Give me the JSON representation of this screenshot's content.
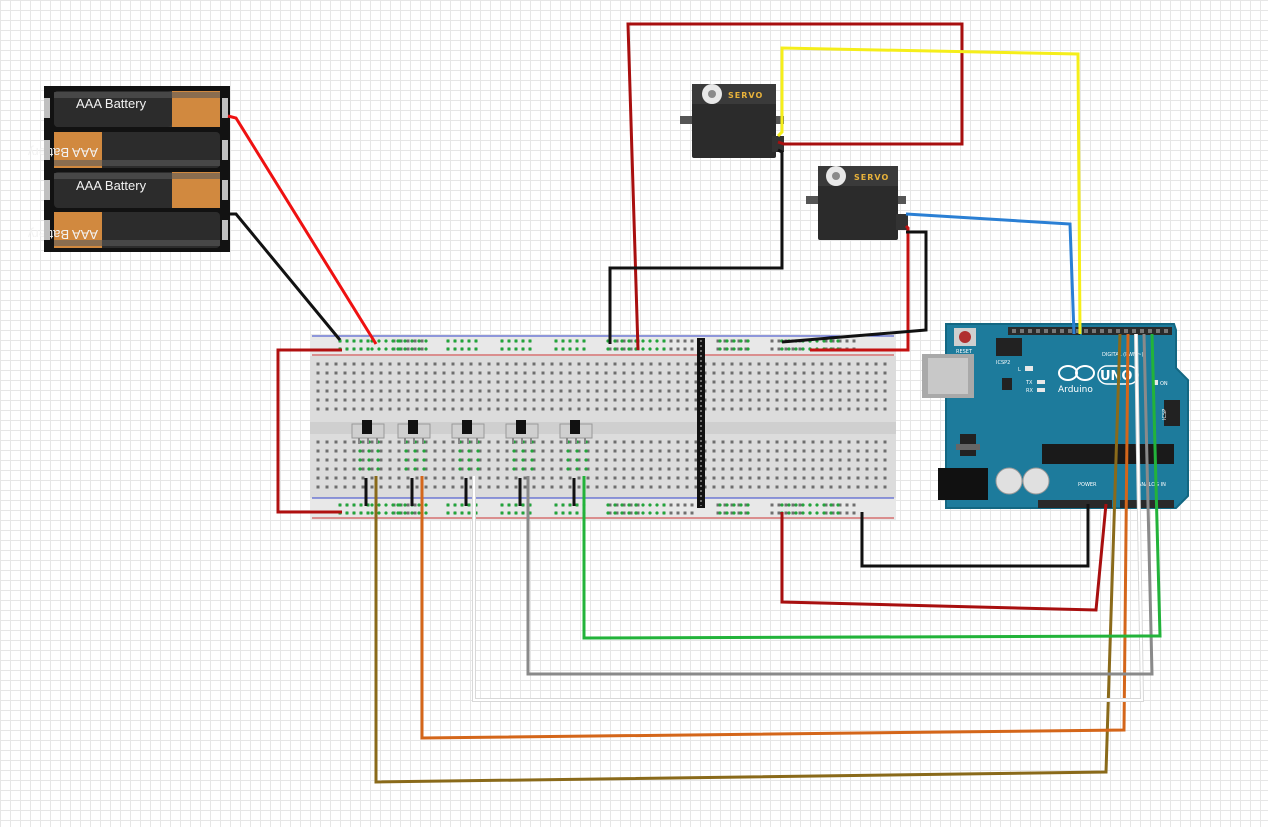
{
  "battery_pack": {
    "cell_labels": [
      "AAA Battery",
      "AAA Battery",
      "AAA Battery",
      "AAA Battery"
    ]
  },
  "servos": [
    {
      "label": "SERVO"
    },
    {
      "label": "SERVO"
    }
  ],
  "arduino": {
    "reset_label": "RESET",
    "icsp2_label": "ICSP2",
    "icsp_label": "ICSP",
    "logo_text": "Arduino",
    "model_text": "UNO",
    "digital_label": "DIGITAL (PWM~)",
    "power_label": "POWER",
    "analog_label": "ANALOG IN",
    "on_label": "ON",
    "l_label": "L",
    "tx_label": "TX",
    "rx_label": "RX"
  },
  "switches": {
    "count": 5
  },
  "wire_colors": {
    "red": "#cc1111",
    "dark_red": "#a80f0f",
    "black": "#111111",
    "yellow": "#f5ee1a",
    "blue": "#2a7fd4",
    "brown": "#8a6a1a",
    "orange": "#d4661a",
    "white": "#e8e8e8",
    "gray": "#8a8a8a",
    "green": "#22b33a"
  }
}
